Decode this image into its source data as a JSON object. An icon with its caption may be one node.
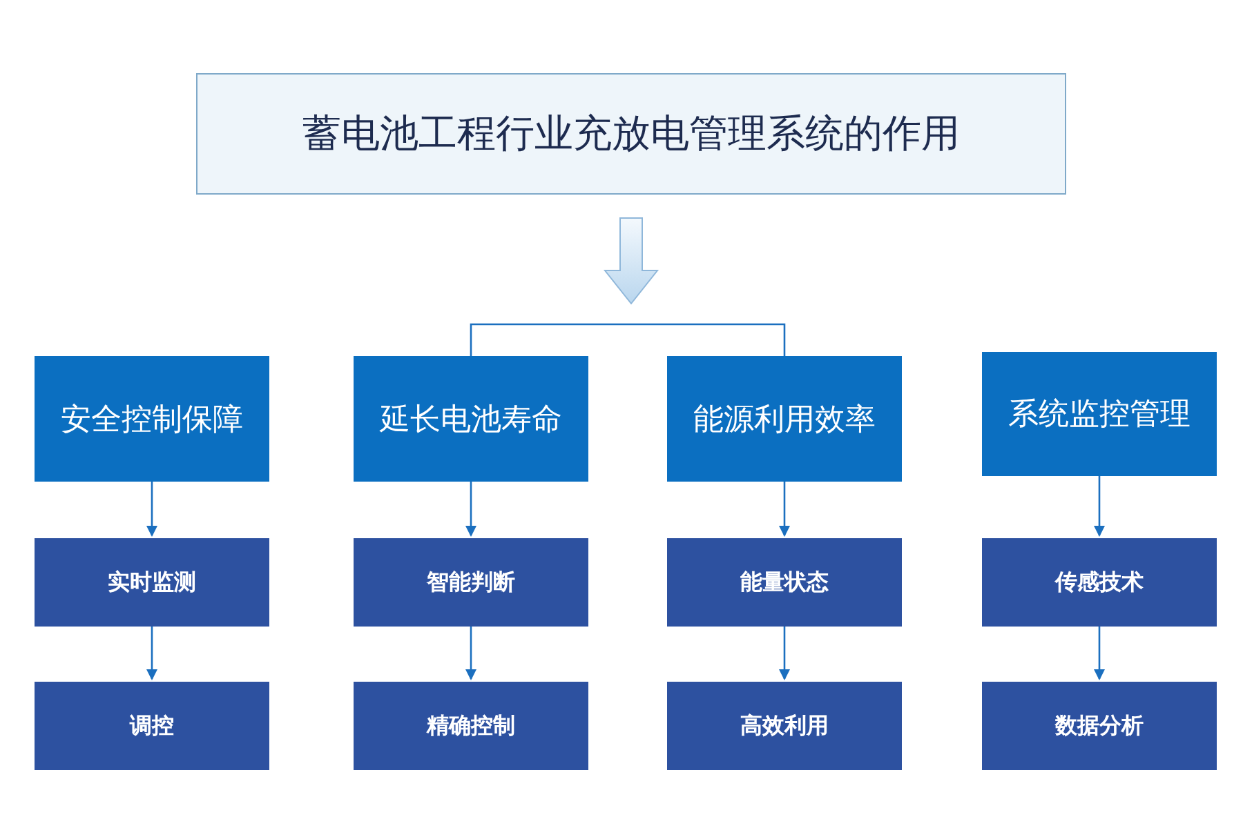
{
  "diagram": {
    "nodes": [
      {
        "text": [
          "蓄电池工程行业充放电管理系统的作用"
        ]
      },
      {
        "text": [
          "安全控制保障"
        ]
      },
      {
        "text": [
          "延长电池寿命"
        ]
      },
      {
        "text": [
          "能源利用效率"
        ]
      },
      {
        "text": [
          "系统监控管理"
        ]
      },
      {
        "text": [
          "实时监测"
        ]
      },
      {
        "text": [
          "调控"
        ]
      },
      {
        "text": [
          "智能判断"
        ]
      },
      {
        "text": [
          "精确控制"
        ]
      },
      {
        "text": [
          "能量状态"
        ]
      },
      {
        "text": [
          "高效利用"
        ]
      },
      {
        "text": [
          "传感技术"
        ]
      },
      {
        "text": [
          "数据分析"
        ]
      }
    ],
    "edges": [
      {
        "from": 0,
        "to": null,
        "arrow": "to",
        "style": "thick"
      },
      {
        "from": 2,
        "to": 3,
        "arrow": "none"
      },
      {
        "from": 1,
        "to": 5,
        "arrow": "to"
      },
      {
        "from": 5,
        "to": 6,
        "arrow": "to"
      },
      {
        "from": 2,
        "to": 7,
        "arrow": "to"
      },
      {
        "from": 7,
        "to": 8,
        "arrow": "to"
      },
      {
        "from": 3,
        "to": 9,
        "arrow": "to"
      },
      {
        "from": 9,
        "to": 10,
        "arrow": "to"
      },
      {
        "from": 4,
        "to": 11,
        "arrow": "to"
      },
      {
        "from": 11,
        "to": 12,
        "arrow": "to"
      }
    ]
  }
}
